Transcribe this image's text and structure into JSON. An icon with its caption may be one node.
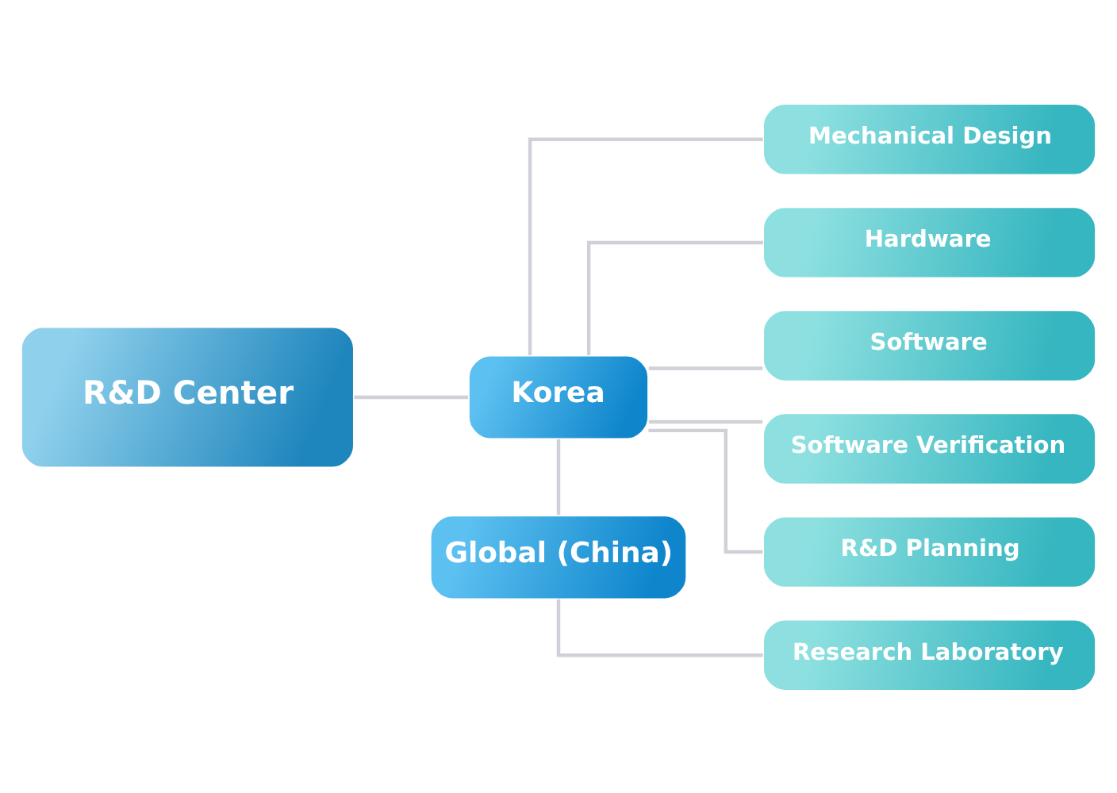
{
  "diagram": {
    "nodes": [
      {
        "text": [
          "R&D Center"
        ]
      },
      {
        "text": [
          "Korea"
        ]
      },
      {
        "text": [
          "Global (China)"
        ]
      },
      {
        "text": [
          "Mechanical Design"
        ]
      },
      {
        "text": [
          "Hardware"
        ]
      },
      {
        "text": [
          "Software"
        ]
      },
      {
        "text": [
          "Software Verification"
        ]
      },
      {
        "text": [
          "R&D Planning"
        ]
      },
      {
        "text": [
          "Research Laboratory"
        ]
      }
    ],
    "edges": [
      {
        "from": 0,
        "to": 1,
        "arrow": "none"
      },
      {
        "from": 1,
        "to": 3,
        "arrow": "none"
      },
      {
        "from": 1,
        "to": 4,
        "arrow": "none"
      },
      {
        "from": 1,
        "to": 5,
        "arrow": "none"
      },
      {
        "from": 1,
        "to": 6,
        "arrow": "none"
      },
      {
        "from": 1,
        "to": 7,
        "arrow": "none"
      },
      {
        "from": 1,
        "to": 2,
        "arrow": "none"
      },
      {
        "from": 2,
        "to": 8,
        "arrow": "none"
      }
    ]
  }
}
